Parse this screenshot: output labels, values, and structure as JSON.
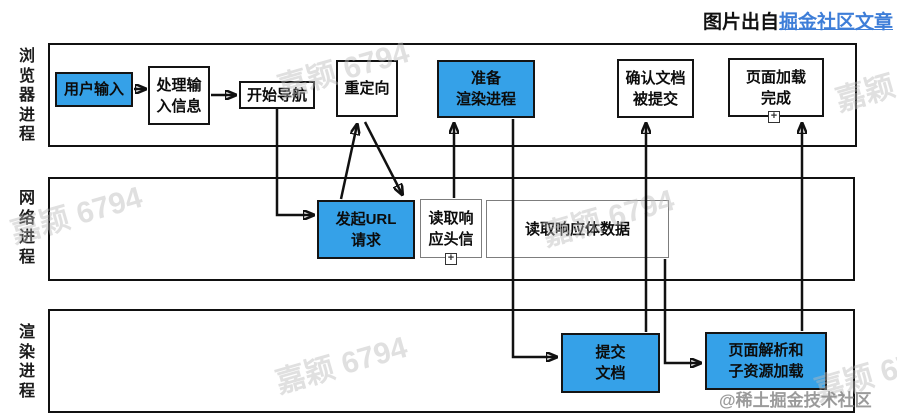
{
  "header": {
    "caption_prefix": "图片出自",
    "caption_link": "掘金社区文章"
  },
  "lanes": [
    {
      "id": "browser-process",
      "label": "浏览器进程"
    },
    {
      "id": "network-process",
      "label": "网络进程"
    },
    {
      "id": "render-process",
      "label": "渲染进程"
    }
  ],
  "nodes": {
    "user_input": {
      "label": "用户输入",
      "style": "blue"
    },
    "process_input": {
      "label": "处理输\n入信息",
      "style": "white"
    },
    "start_navigation": {
      "label": "开始导航",
      "style": "white"
    },
    "redirect": {
      "label": "重定向",
      "style": "white"
    },
    "prepare_render": {
      "label": "准备\n渲染进程",
      "style": "blue"
    },
    "confirm_commit": {
      "label": "确认文档\n被提交",
      "style": "white"
    },
    "page_loaded": {
      "label": "页面加载\n完成",
      "style": "white",
      "collapsed_marker": true
    },
    "url_request": {
      "label": "发起URL\n请求",
      "style": "blue"
    },
    "read_header": {
      "label": "读取响\n应头信",
      "style": "white",
      "collapsed_marker": true
    },
    "read_body": {
      "label": "读取响应体数据",
      "style": "white"
    },
    "commit_document": {
      "label": "提交\n文档",
      "style": "blue"
    },
    "parse_page": {
      "label": "页面解析和\n子资源加载",
      "style": "blue"
    }
  },
  "edges": [
    {
      "from": "user_input",
      "to": "process_input"
    },
    {
      "from": "process_input",
      "to": "start_navigation"
    },
    {
      "from": "start_navigation",
      "to": "url_request"
    },
    {
      "from": "url_request",
      "to": "redirect"
    },
    {
      "from": "redirect",
      "to": "url_request"
    },
    {
      "from": "read_header",
      "to": "prepare_render"
    },
    {
      "from": "prepare_render",
      "to": "commit_document"
    },
    {
      "from": "commit_document",
      "to": "confirm_commit"
    },
    {
      "from": "read_body",
      "to": "parse_page"
    },
    {
      "from": "parse_page",
      "to": "page_loaded"
    }
  ],
  "watermark": {
    "text": "嘉颖 6794"
  },
  "attribution": "@稀土掘金技术社区",
  "icons": {
    "expand_marker": "+"
  },
  "colors": {
    "node_fill_blue": "#35A1E8",
    "link_blue": "#3E7ED8",
    "line_black": "#111111",
    "gray_border": "#7d7d7d"
  }
}
